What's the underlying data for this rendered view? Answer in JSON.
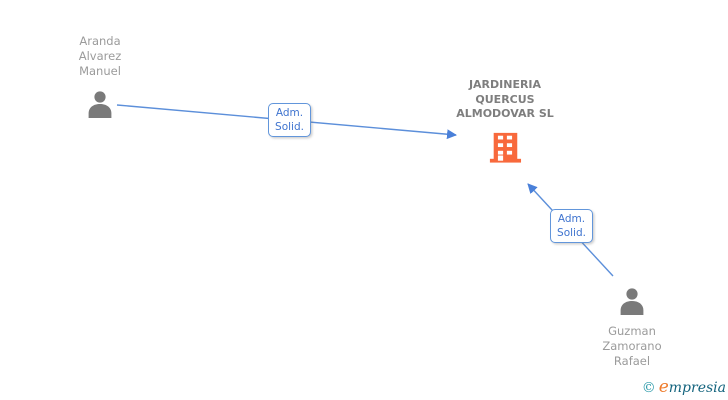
{
  "diagram": {
    "nodes": {
      "person1": {
        "type": "person",
        "name": "Aranda\nAlvarez\nManuel"
      },
      "company": {
        "type": "company",
        "name": "JARDINERIA\nQUERCUS\nALMODOVAR SL"
      },
      "person2": {
        "type": "person",
        "name": "Guzman\nZamorano\nRafael"
      }
    },
    "edges": [
      {
        "from": "person1",
        "to": "company",
        "label": "Adm.\nSolid."
      },
      {
        "from": "person2",
        "to": "company",
        "label": "Adm.\nSolid."
      }
    ],
    "colors": {
      "edge_arrow": "#5C8FDA",
      "edge_label_text": "#3F74CF",
      "edge_label_border": "#6296DB",
      "person_icon": "#7A7A7A",
      "person_label_text": "#9B9B9B",
      "company_label_text": "#7E7E7E",
      "building_icon": "#F8693C",
      "background": "#FFFFFF"
    }
  },
  "watermark": {
    "copyright": "©",
    "brand_first_letter": "e",
    "brand_rest": "mpresia",
    "copyright_color": "#2E9BAA",
    "brand_first_letter_color": "#EE7C2D",
    "brand_rest_color": "#14647E"
  }
}
